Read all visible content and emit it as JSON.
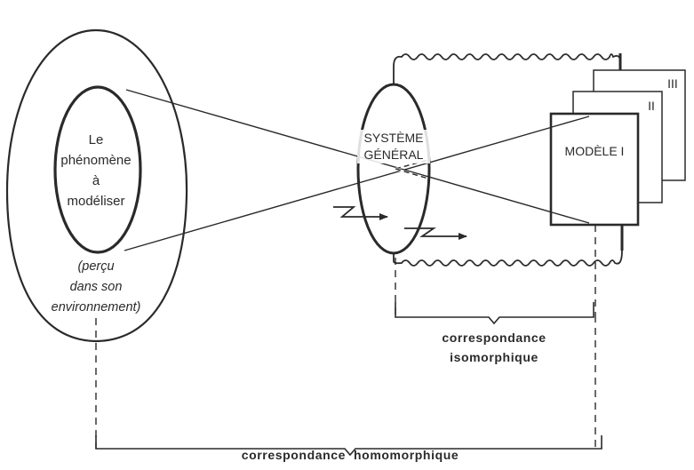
{
  "diagram": {
    "phenomenon": {
      "lines": [
        "Le",
        "phénomène",
        "à",
        "modéliser"
      ]
    },
    "perception_note": {
      "lines": [
        "(perçu",
        "dans son",
        "environnement)"
      ]
    },
    "general_system": {
      "lines": [
        "SYSTÈME",
        "GÉNÉRAL"
      ]
    },
    "models": [
      {
        "label": "MODÈLE I"
      },
      {
        "label": "II"
      },
      {
        "label": "III"
      }
    ],
    "isomorphic_correspondence": {
      "lines": [
        "correspondance",
        "isomorphique"
      ]
    },
    "homomorphic_correspondence": {
      "label": "correspondance  homomorphique"
    },
    "colors": {
      "ink": "#2a2a2a",
      "background": "#ffffff"
    }
  }
}
